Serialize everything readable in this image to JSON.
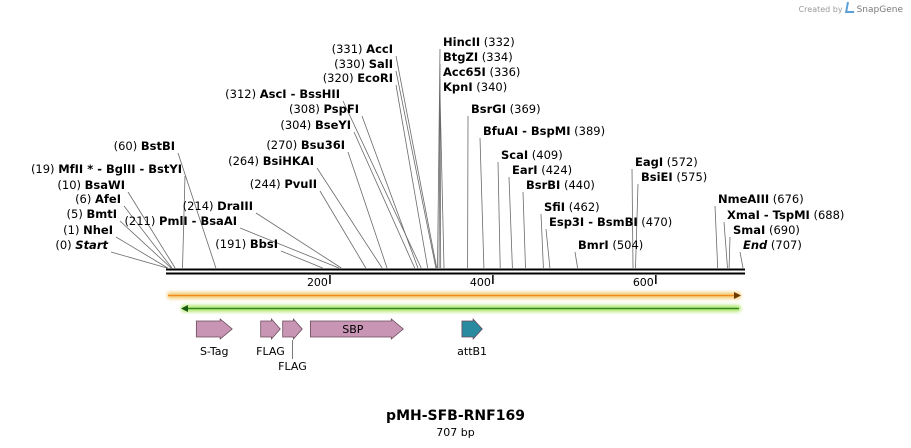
{
  "credit": {
    "text": "Created by",
    "brand": "SnapGene"
  },
  "plasmid": {
    "name": "pMH-SFB-RNF169",
    "length_label": "707 bp",
    "length": 707
  },
  "colors": {
    "backbone": "#000000",
    "orange_arrow": "#f08c1e",
    "orange_glow": "#f5d080",
    "green_arrow": "#2e8b1e",
    "green_glow": "#b8e878",
    "feature_pink": "#c896b4",
    "feature_teal": "#2a8aa0",
    "leader": "#555555"
  },
  "ruler": {
    "ticks": [
      {
        "label": "200",
        "pos": 200
      },
      {
        "label": "400",
        "pos": 400
      },
      {
        "label": "600",
        "pos": 600
      }
    ]
  },
  "enzymes": [
    {
      "pos": 0,
      "pos_label": "(0)",
      "name": "Start",
      "italic": true
    },
    {
      "pos": 1,
      "pos_label": "(1)",
      "name": "NheI"
    },
    {
      "pos": 5,
      "pos_label": "(5)",
      "name": "BmtI"
    },
    {
      "pos": 6,
      "pos_label": "(6)",
      "name": "AfeI"
    },
    {
      "pos": 10,
      "pos_label": "(10)",
      "name": "BsaWI"
    },
    {
      "pos": 19,
      "pos_label": "(19)",
      "name": "MfII * - BglII - BstYI"
    },
    {
      "pos": 60,
      "pos_label": "(60)",
      "name": "BstBI"
    },
    {
      "pos": 191,
      "pos_label": "(191)",
      "name": "BbsI"
    },
    {
      "pos": 211,
      "pos_label": "(211)",
      "name": "PmlI - BsaAI"
    },
    {
      "pos": 214,
      "pos_label": "(214)",
      "name": "DraIII"
    },
    {
      "pos": 244,
      "pos_label": "(244)",
      "name": "PvuII"
    },
    {
      "pos": 264,
      "pos_label": "(264)",
      "name": "BsiHKAI"
    },
    {
      "pos": 270,
      "pos_label": "(270)",
      "name": "Bsu36I"
    },
    {
      "pos": 304,
      "pos_label": "(304)",
      "name": "BseYI"
    },
    {
      "pos": 308,
      "pos_label": "(308)",
      "name": "PspFI"
    },
    {
      "pos": 312,
      "pos_label": "(312)",
      "name": "AscI - BssHII"
    },
    {
      "pos": 320,
      "pos_label": "(320)",
      "name": "EcoRI"
    },
    {
      "pos": 330,
      "pos_label": "(330)",
      "name": "SalI"
    },
    {
      "pos": 331,
      "pos_label": "(331)",
      "name": "AccI"
    },
    {
      "pos": 332,
      "pos_label": "(332)",
      "name": "HincII"
    },
    {
      "pos": 334,
      "pos_label": "(334)",
      "name": "BtgZI"
    },
    {
      "pos": 336,
      "pos_label": "(336)",
      "name": "Acc65I"
    },
    {
      "pos": 340,
      "pos_label": "(340)",
      "name": "KpnI"
    },
    {
      "pos": 369,
      "pos_label": "(369)",
      "name": "BsrGI"
    },
    {
      "pos": 389,
      "pos_label": "(389)",
      "name": "BfuAI - BspMI"
    },
    {
      "pos": 409,
      "pos_label": "(409)",
      "name": "ScaI"
    },
    {
      "pos": 424,
      "pos_label": "(424)",
      "name": "EarI"
    },
    {
      "pos": 440,
      "pos_label": "(440)",
      "name": "BsrBI"
    },
    {
      "pos": 462,
      "pos_label": "(462)",
      "name": "SfiI"
    },
    {
      "pos": 470,
      "pos_label": "(470)",
      "name": "Esp3I - BsmBI"
    },
    {
      "pos": 504,
      "pos_label": "(504)",
      "name": "BmrI"
    },
    {
      "pos": 572,
      "pos_label": "(572)",
      "name": "EagI"
    },
    {
      "pos": 575,
      "pos_label": "(575)",
      "name": "BsiEI"
    },
    {
      "pos": 676,
      "pos_label": "(676)",
      "name": "NmeAIII"
    },
    {
      "pos": 688,
      "pos_label": "(688)",
      "name": "XmaI - TspMI"
    },
    {
      "pos": 690,
      "pos_label": "(690)",
      "name": "SmaI"
    },
    {
      "pos": 707,
      "pos_label": "(707)",
      "name": "End",
      "italic": true
    }
  ],
  "features": [
    {
      "name": "S-Tag",
      "start": 36,
      "end": 80,
      "color": "#c896b4",
      "label": "S-Tag"
    },
    {
      "name": "FLAG",
      "start": 115,
      "end": 139,
      "color": "#c896b4",
      "label": "FLAG"
    },
    {
      "name": "FLAG-2",
      "start": 142,
      "end": 166,
      "color": "#c896b4",
      "label": "FLAG"
    },
    {
      "name": "SBP",
      "start": 176,
      "end": 290,
      "color": "#c896b4",
      "label": "SBP"
    },
    {
      "name": "attB1",
      "start": 362,
      "end": 387,
      "color": "#2a8aa0",
      "label": "attB1"
    }
  ]
}
